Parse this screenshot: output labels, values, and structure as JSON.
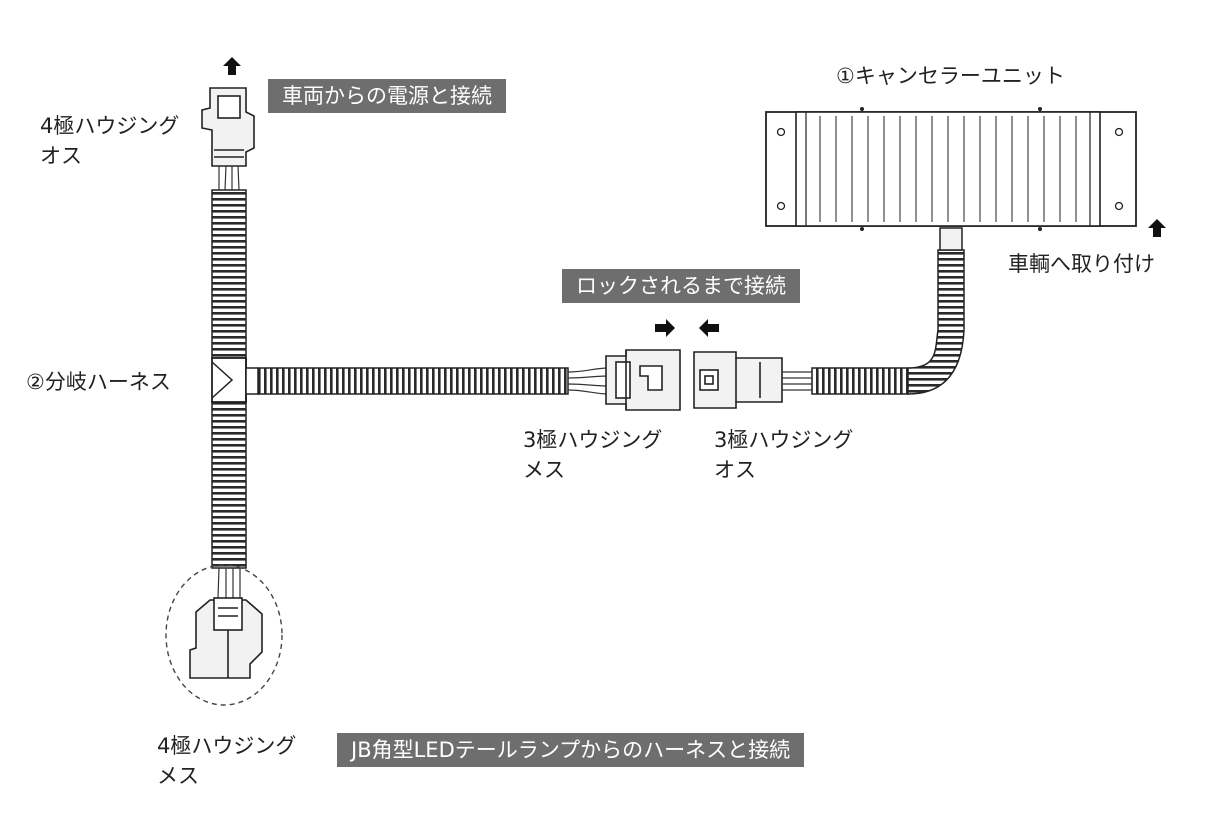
{
  "labels": {
    "unit": "①キャンセラーユニット",
    "mount": "車輌へ取り付け",
    "housing4_male_l1": "4極ハウジング",
    "housing4_male_l2": "オス",
    "harness": "②分岐ハーネス",
    "housing3_female_l1": "3極ハウジング",
    "housing3_female_l2": "メス",
    "housing3_male_l1": "3極ハウジング",
    "housing3_male_l2": "オス",
    "housing4_female_l1": "4極ハウジング",
    "housing4_female_l2": "メス"
  },
  "banners": {
    "power": "車両からの電源と接続",
    "lock": "ロックされるまで接続",
    "led": "JB角型LEDテールランプからのハーネスと接続"
  },
  "icons": {
    "direction_arrows": [
      "arrow-up-icon",
      "arrow-right-icon",
      "arrow-left-icon"
    ]
  },
  "colors": {
    "banner_bg": "#6e6e6e",
    "banner_text": "#ffffff",
    "line": "#222222"
  }
}
